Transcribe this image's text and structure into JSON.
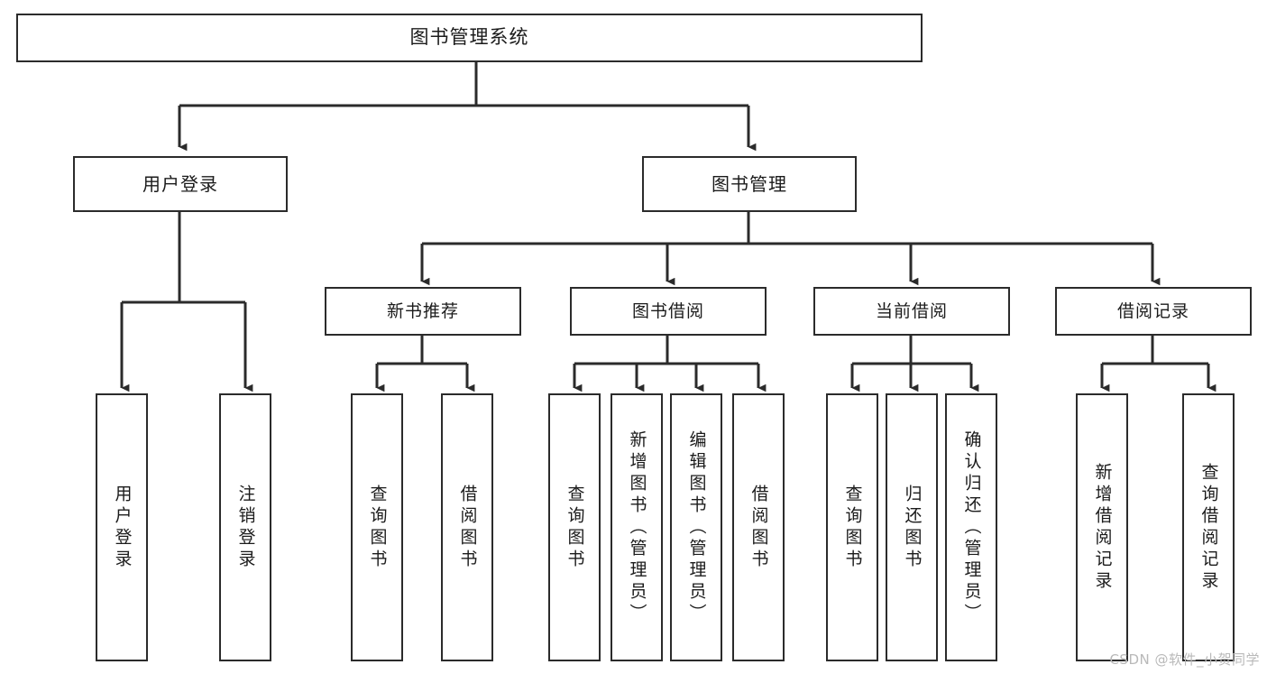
{
  "diagram": {
    "title": "图书管理系统",
    "watermark": "CSDN @软件_小贺同学",
    "root": {
      "label": "图书管理系统"
    },
    "level2": [
      {
        "id": "user-login",
        "label": "用户登录"
      },
      {
        "id": "book-manage",
        "label": "图书管理"
      }
    ],
    "level3": [
      {
        "id": "new-book-recommend",
        "label": "新书推荐"
      },
      {
        "id": "book-borrow",
        "label": "图书借阅"
      },
      {
        "id": "current-borrow",
        "label": "当前借阅"
      },
      {
        "id": "borrow-record",
        "label": "借阅记录"
      }
    ],
    "leaves": {
      "user_login": [
        {
          "id": "leaf-user-login",
          "label": "用户登录"
        },
        {
          "id": "leaf-logout-login",
          "label": "注销登录"
        }
      ],
      "new_book_recommend": [
        {
          "id": "leaf-query-book-1",
          "label": "查询图书"
        },
        {
          "id": "leaf-borrow-book-1",
          "label": "借阅图书"
        }
      ],
      "book_borrow": [
        {
          "id": "leaf-query-book-2",
          "label": "查询图书"
        },
        {
          "id": "leaf-add-book",
          "label": "新增图书（管理员）"
        },
        {
          "id": "leaf-edit-book",
          "label": "编辑图书（管理员）"
        },
        {
          "id": "leaf-borrow-book-2",
          "label": "借阅图书"
        }
      ],
      "current_borrow": [
        {
          "id": "leaf-query-book-3",
          "label": "查询图书"
        },
        {
          "id": "leaf-return-book",
          "label": "归还图书"
        },
        {
          "id": "leaf-confirm-return",
          "label": "确认归还（管理员）"
        }
      ],
      "borrow_record": [
        {
          "id": "leaf-add-record",
          "label": "新增借阅记录"
        },
        {
          "id": "leaf-query-record",
          "label": "查询借阅记录"
        }
      ]
    },
    "colors": {
      "stroke": "#2b2b2b",
      "fill": "#ffffff",
      "text": "#1b1b1b",
      "watermark": "#b9b9b9"
    }
  }
}
